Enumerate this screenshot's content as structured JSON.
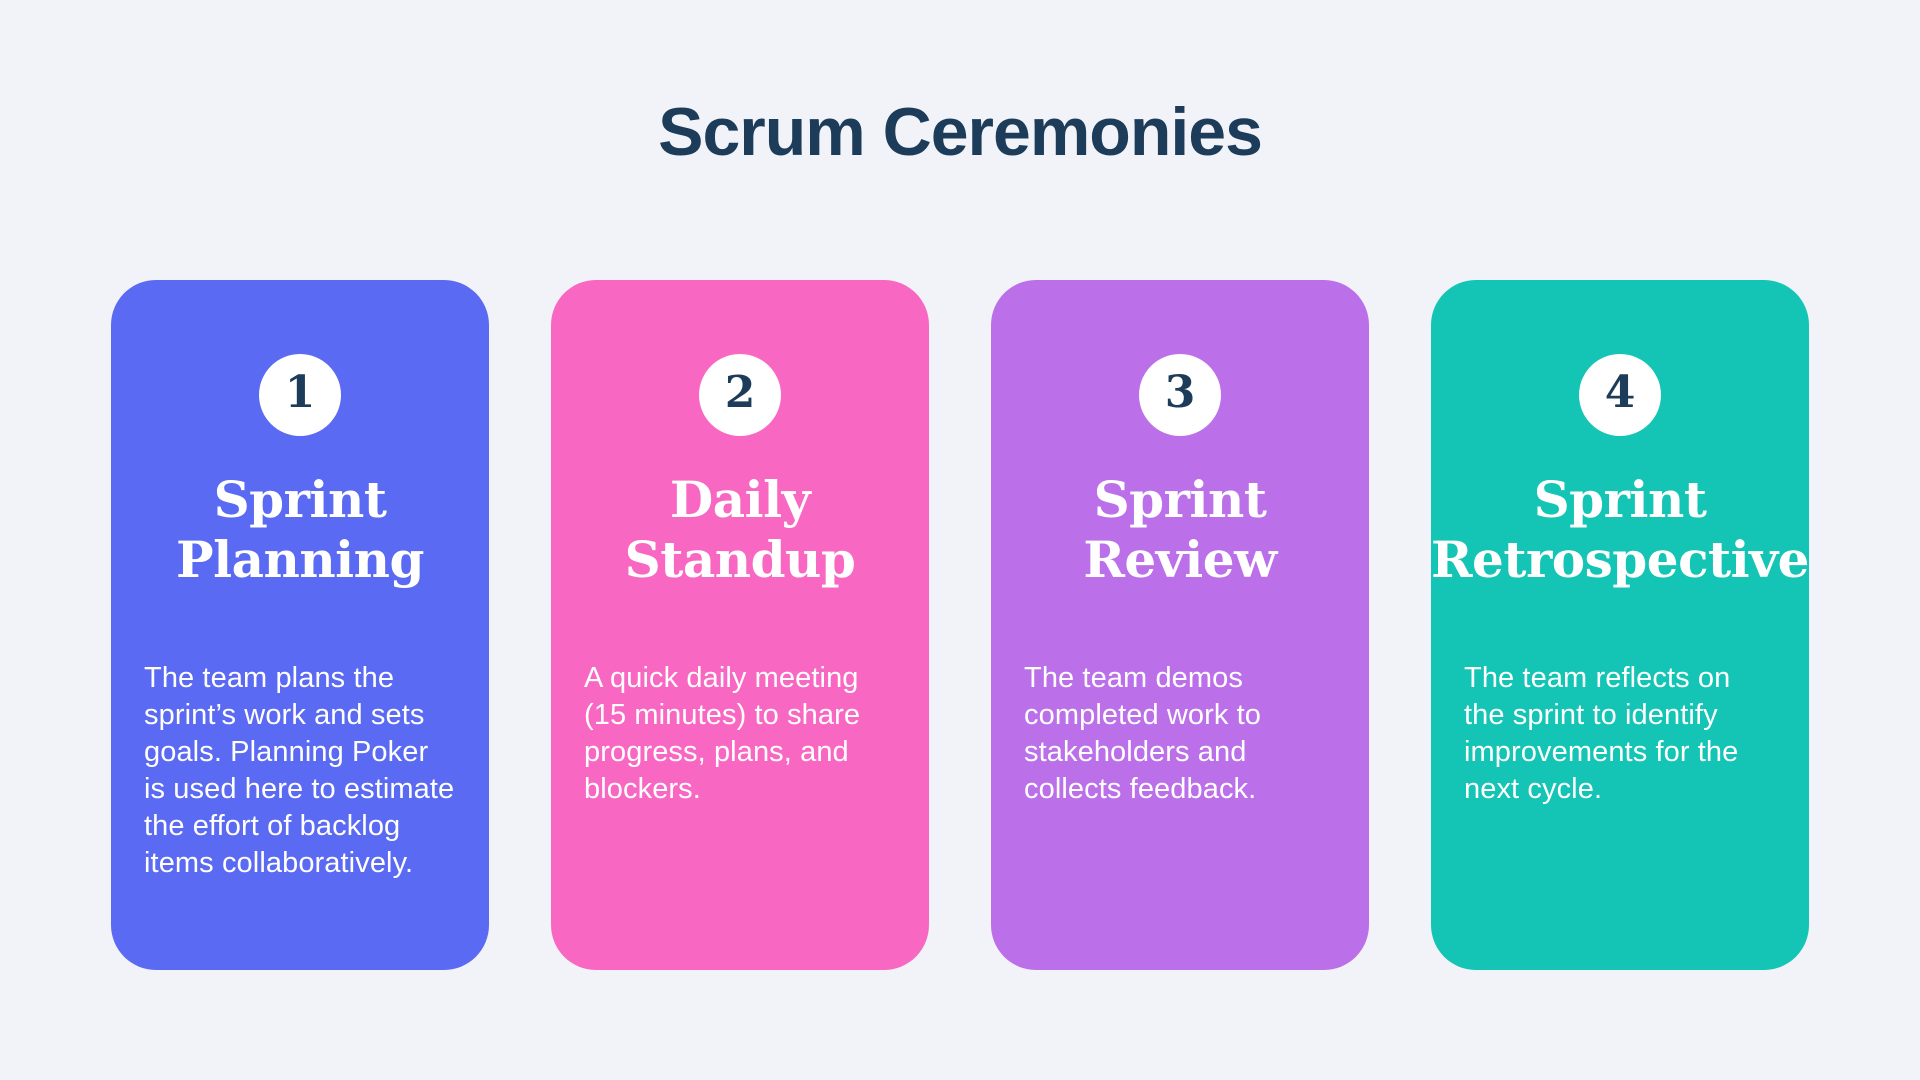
{
  "title": "Scrum Ceremonies",
  "colors": {
    "background": "#F1F3F9",
    "title_text": "#1D3C59",
    "card_text": "#FFFFFF",
    "number_circle_bg": "#FFFFFF",
    "number_text": "#1D3C59"
  },
  "cards": [
    {
      "number": "1",
      "name": "Sprint Planning",
      "name_lines": [
        "Sprint",
        "Planning"
      ],
      "description": "The team plans the sprint’s work and sets goals. Planning Poker is used here to estimate the effort of backlog items collaboratively.",
      "color": "#5A6AF2"
    },
    {
      "number": "2",
      "name": "Daily Standup",
      "name_lines": [
        "Daily",
        "Standup"
      ],
      "description": "A quick daily meeting (15 minutes) to share progress, plans, and blockers.",
      "color": "#F868C3"
    },
    {
      "number": "3",
      "name": "Sprint Review",
      "name_lines": [
        "Sprint",
        "Review"
      ],
      "description": "The team demos completed work to stakeholders and collects feedback.",
      "color": "#BB70E9"
    },
    {
      "number": "4",
      "name": "Sprint Retrospective",
      "name_lines": [
        "Sprint",
        "Retrospective"
      ],
      "description": "The team reflects on the sprint to identify improvements for the next cycle.",
      "color": "#14C4B4"
    }
  ]
}
